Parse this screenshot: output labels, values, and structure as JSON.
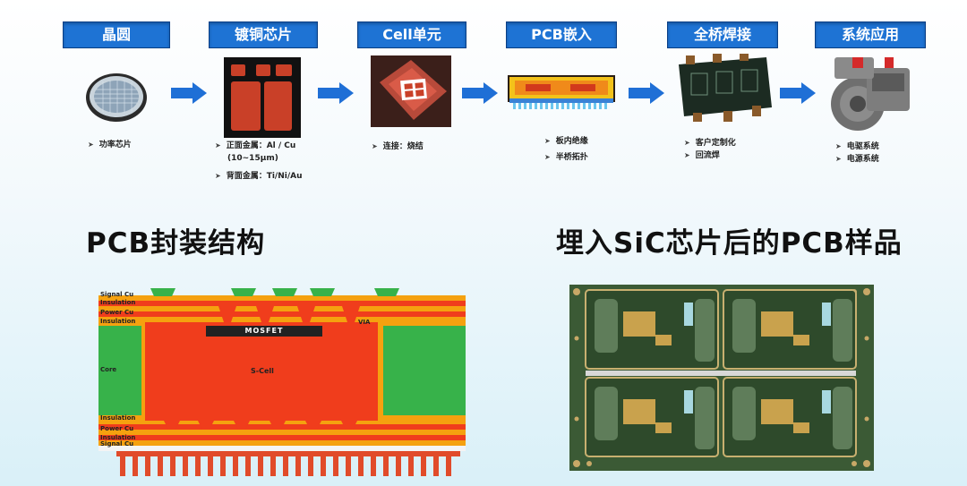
{
  "process": {
    "steps": [
      {
        "title": "晶圆",
        "notes": [
          "功率芯片"
        ]
      },
      {
        "title": "镀铜芯片",
        "notes": [
          "正面金属：Al / Cu",
          "(10~15μm)",
          "背面金属：Ti/Ni/Au"
        ]
      },
      {
        "title": "Cell单元",
        "notes": [
          "连接：烧结"
        ]
      },
      {
        "title": "PCB嵌入",
        "notes": [
          "板内绝缘",
          "半桥拓扑"
        ]
      },
      {
        "title": "全桥焊接",
        "notes": [
          "客户定制化",
          "回流焊"
        ]
      },
      {
        "title": "系统应用",
        "notes": [
          "电驱系统",
          "电源系统"
        ]
      }
    ]
  },
  "left_section": {
    "title": "PCB封装结构",
    "layer_labels": {
      "signal_top": "Signal Cu",
      "insulation_1": "Insulation",
      "power_top": "Power Cu",
      "insulation_2": "Insulation",
      "core": "Core",
      "insulation_3": "Insulation",
      "power_bottom": "Power Cu",
      "insulation_4": "Insulation",
      "signal_bottom": "Signal Cu"
    },
    "via_label": "VIA",
    "mosfet_label": "MOSFET",
    "cell_label": "S-Cell"
  },
  "right_section": {
    "title": "埋入SiC芯片后的PCB样品"
  },
  "colors": {
    "title_blue": "#1e73d4",
    "arrow_blue": "#1f6fd6",
    "pcb_orange": "#f5a10f",
    "pcb_red": "#f03d1c",
    "core_green": "#37b24a",
    "pcb_board_green": "#2f4f2c"
  }
}
